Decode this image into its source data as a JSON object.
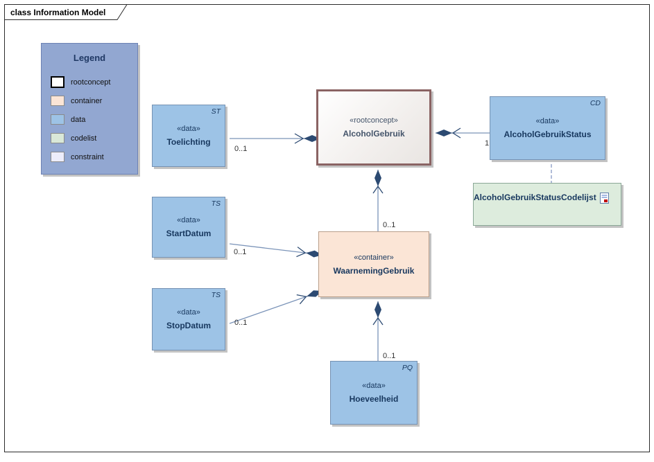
{
  "frame": {
    "title": "class Information Model"
  },
  "legend": {
    "title": "Legend",
    "items": [
      {
        "label": "rootconcept"
      },
      {
        "label": "container"
      },
      {
        "label": "data"
      },
      {
        "label": "codelist"
      },
      {
        "label": "constraint"
      }
    ]
  },
  "classes": {
    "toelichting": {
      "stereotype": "«data»",
      "name": "Toelichting",
      "tag": "ST"
    },
    "startdatum": {
      "stereotype": "«data»",
      "name": "StartDatum",
      "tag": "TS"
    },
    "stopdatum": {
      "stereotype": "«data»",
      "name": "StopDatum",
      "tag": "TS"
    },
    "alcoholgebruik": {
      "stereotype": "«rootconcept»",
      "name": "AlcoholGebruik"
    },
    "alcoholgebruikstatus": {
      "stereotype": "«data»",
      "name": "AlcoholGebruikStatus",
      "tag": "CD"
    },
    "codelijst": {
      "name": "AlcoholGebruikStatusCodelijst"
    },
    "waarneminggebruik": {
      "stereotype": "«container»",
      "name": "WaarnemingGebruik"
    },
    "hoeveelheid": {
      "stereotype": "«data»",
      "name": "Hoeveelheid",
      "tag": "PQ"
    }
  },
  "connectors": {
    "toelichting_to_alcoholgebruik": {
      "multiplicity": "0..1"
    },
    "status_to_alcoholgebruik": {
      "multiplicity": "1"
    },
    "waarneming_to_alcoholgebruik": {
      "multiplicity": "0..1"
    },
    "startdatum_to_waarneming": {
      "multiplicity": "0..1"
    },
    "stopdatum_to_waarneming": {
      "multiplicity": "0..1"
    },
    "hoeveelheid_to_waarneming": {
      "multiplicity": "0..1"
    }
  },
  "colors": {
    "data_fill": "#9DC3E6",
    "container_fill": "#FBE5D6",
    "codelist_fill": "#DDECDD",
    "constraint_fill": "#EDEDFB",
    "rootconcept_border": "#8A6363",
    "legend_fill": "#92A7D1",
    "connector_line": "#7A93B8",
    "diamond": "#2C4A72",
    "text_navy": "#17375E"
  }
}
